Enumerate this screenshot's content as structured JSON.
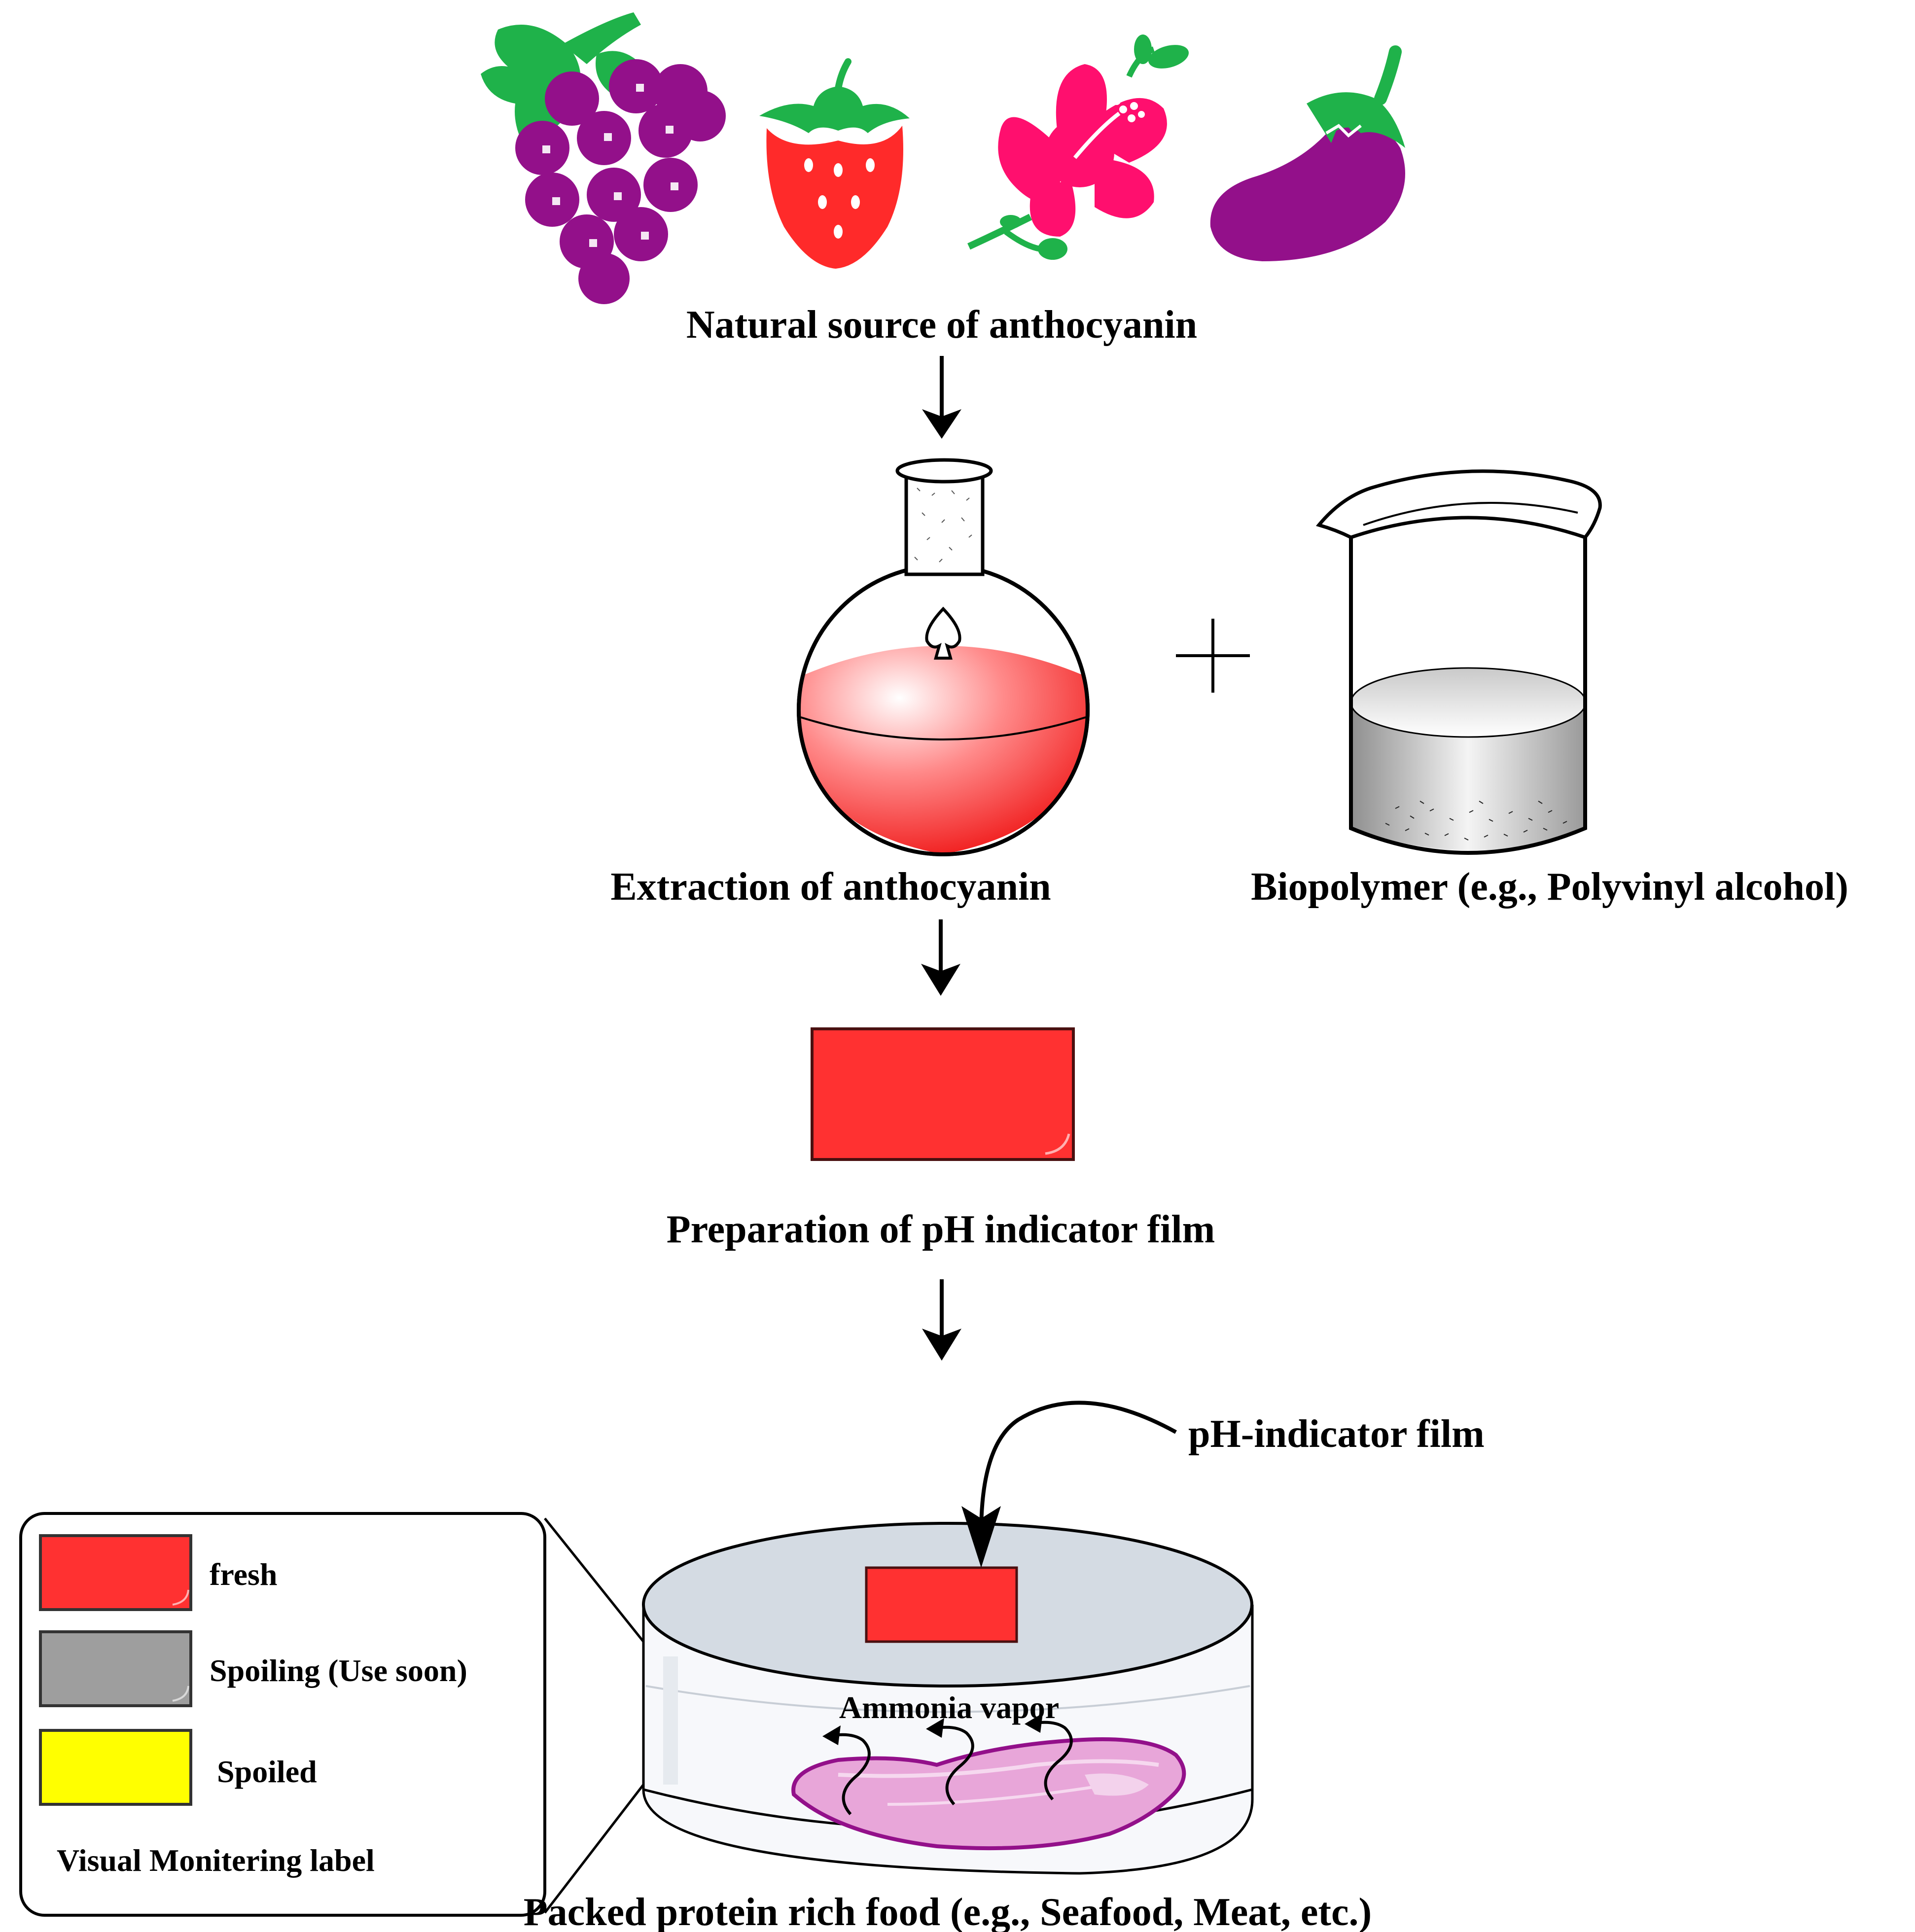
{
  "labels": {
    "natural_source": "Natural source of anthocyanin",
    "extraction": "Extraction of anthocyanin",
    "biopolymer": "Biopolymer (e.g., Polyvinyl alcohol)",
    "film_preparation": "Preparation of pH indicator film",
    "ph_indicator_film": "pH-indicator film",
    "ammonia_vapor": "Ammonia vapor",
    "packed_food": "Packed protein rich food (e.g., Seafood, Meat, etc.)"
  },
  "legend": {
    "title": "Visual Monitering label",
    "items": [
      {
        "label": "fresh",
        "color": "#ff3131"
      },
      {
        "label": "Spoiling (Use soon)",
        "color": "#9e9e9e"
      },
      {
        "label": "Spoiled",
        "color": "#ffff00"
      }
    ]
  },
  "icons": [
    "grapes-icon",
    "strawberry-icon",
    "hibiscus-flower-icon",
    "eggplant-icon"
  ],
  "colors": {
    "anthocyanin_red": "#ff3131",
    "leaf_green": "#1fb24a",
    "grape_purple": "#93108a",
    "hibiscus_pink": "#ff0f6e",
    "food_pink": "#e8a6d9",
    "food_outline": "#93108a",
    "lid_gray": "#d4dbe3"
  }
}
